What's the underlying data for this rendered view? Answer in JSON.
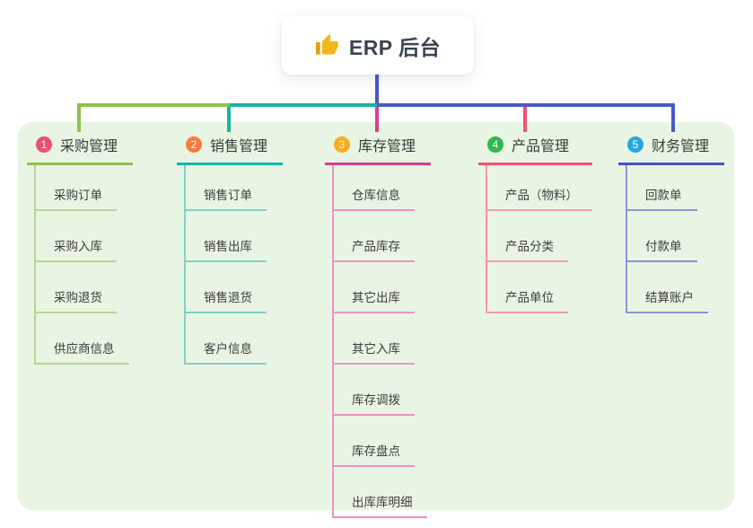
{
  "root": {
    "label": "ERP 后台",
    "icon": "thumbs-up-icon",
    "icon_color": "#f2b51c",
    "text_color": "#3b4351"
  },
  "canvas": {
    "background": "#e9f5e3"
  },
  "branches": [
    {
      "number": "1",
      "label": "采购管理",
      "badge_color": "#f0506e",
      "line_color": "#8bc34a",
      "child_line_color": "#b3d98b",
      "children": [
        "采购订单",
        "采购入库",
        "采购退货",
        "供应商信息"
      ]
    },
    {
      "number": "2",
      "label": "销售管理",
      "badge_color": "#f97c42",
      "line_color": "#17b3a6",
      "child_line_color": "#7fd0c9",
      "children": [
        "销售订单",
        "销售出库",
        "销售退货",
        "客户信息"
      ]
    },
    {
      "number": "3",
      "label": "库存管理",
      "badge_color": "#fbab1e",
      "line_color": "#dd3b8f",
      "child_line_color": "#ef92c3",
      "children": [
        "仓库信息",
        "产品库存",
        "其它出库",
        "其它入库",
        "库存调拨",
        "库存盘点",
        "出库库明细"
      ]
    },
    {
      "number": "4",
      "label": "产品管理",
      "badge_color": "#2eb84e",
      "line_color": "#f4516c",
      "child_line_color": "#f79aa8",
      "children": [
        "产品（物料）",
        "产品分类",
        "产品单位"
      ]
    },
    {
      "number": "5",
      "label": "财务管理",
      "badge_color": "#29a4e1",
      "line_color": "#3f54c5",
      "child_line_color": "#8595d8",
      "children": [
        "回款单",
        "付款单",
        "结算账户"
      ]
    }
  ],
  "connectors": {
    "root_drop": "#4a57c5",
    "bar_left": "#8bc34a",
    "bar_mid": "#17b3a6",
    "bar_right": "#4a57c5",
    "drop_1": "#8bc34a",
    "drop_2": "#17b3a6",
    "drop_3": "#dd3b8f",
    "drop_4": "#f4516c",
    "drop_5": "#4a57c5"
  }
}
